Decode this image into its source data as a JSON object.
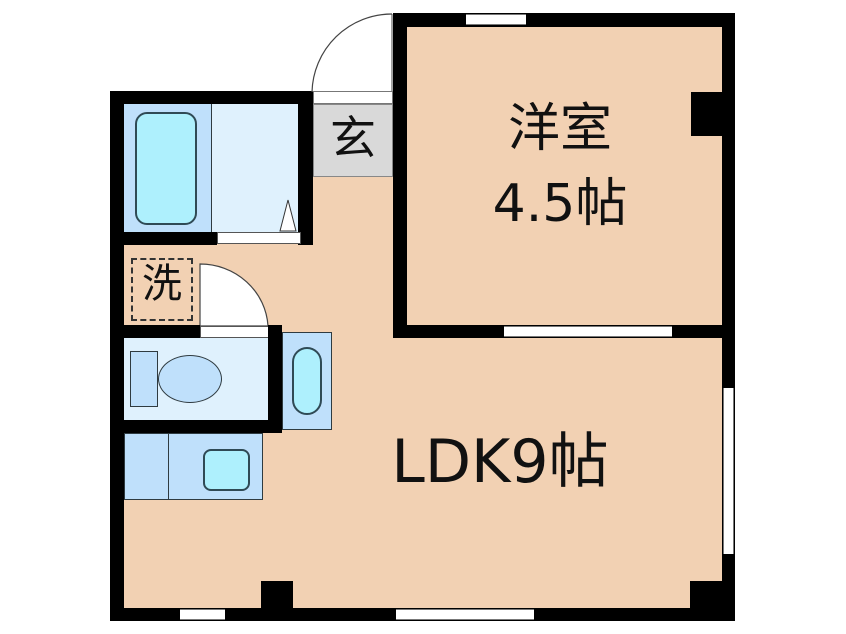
{
  "floorplan": {
    "rooms": [
      {
        "id": "western-room",
        "label": "洋室",
        "size": "4.5帖"
      },
      {
        "id": "ldk",
        "label": "LDK9帖"
      },
      {
        "id": "entrance",
        "label": "玄"
      },
      {
        "id": "laundry",
        "label": "洗"
      }
    ],
    "fixtures": [
      "bathtub",
      "wash-area",
      "toilet",
      "wash-basin",
      "kitchen-sink",
      "stove"
    ],
    "colors": {
      "wall": "#000000",
      "floor": "#f2d1b3",
      "wet_area": "#bfe0fb",
      "wet_light": "#dff1fd",
      "fixture": "#aef0fd",
      "entrance": "#d9d9d9"
    }
  }
}
